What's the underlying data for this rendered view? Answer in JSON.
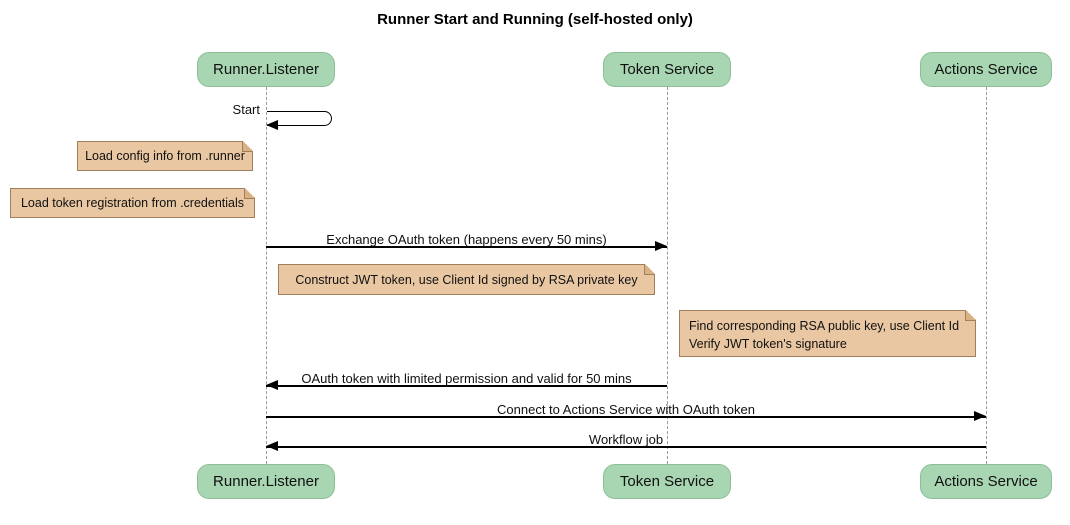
{
  "title": "Runner Start and Running (self-hosted only)",
  "colors": {
    "participant-fill": "#a8d6b2",
    "participant-border": "#8cbf96",
    "note-fill": "#e9c7a2",
    "note-border": "#a0805c",
    "note-fold": "#d9b183",
    "lifeline-color": "#9a9a9a",
    "message-color": "#000000"
  },
  "participants": [
    {
      "name": "Runner.Listener"
    },
    {
      "name": "Token Service"
    },
    {
      "name": "Actions Service"
    }
  ],
  "messages": {
    "self_start": "Start",
    "exchange": "Exchange OAuth token (happens every 50 mins)",
    "oauth_return": "OAuth token with limited permission and valid for 50 mins",
    "connect": "Connect to Actions Service with OAuth token",
    "workflow": "Workflow job"
  },
  "notes": {
    "load_config": "Load config info from .runner",
    "load_credentials": "Load token registration from .credentials",
    "construct_jwt": "Construct JWT token, use Client Id signed by RSA private key",
    "verify_line1": "Find corresponding RSA public key, use Client Id",
    "verify_line2": "Verify JWT token's signature"
  }
}
